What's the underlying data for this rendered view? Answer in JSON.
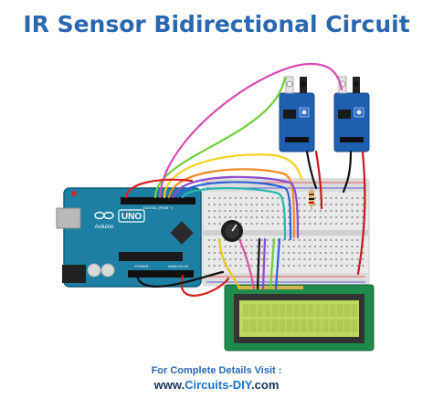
{
  "title": "IR Sensor Bidirectional Circuit",
  "board": {
    "name": "UNO",
    "brand": "Arduino",
    "header_digital": "DIGITAL (PWM ~)",
    "header_analog": "ANALOG IN",
    "header_power": "POWER"
  },
  "footer": {
    "line1": "For Complete Details Visit :",
    "prefix": "www.",
    "site": "Circuits-DIY",
    "suffix": ".com"
  },
  "colors": {
    "title": "#2a67b1",
    "arduino": "#1d7fa3",
    "sensor_board": "#1f5fb0",
    "lcd_screen": "#bfd85f",
    "lcd_frame": "#1f8a4c"
  },
  "icons": [
    "ir-led-icon",
    "potentiometer-knob-icon",
    "arduino-infinity-logo-icon",
    "usb-port-icon",
    "power-jack-icon"
  ]
}
